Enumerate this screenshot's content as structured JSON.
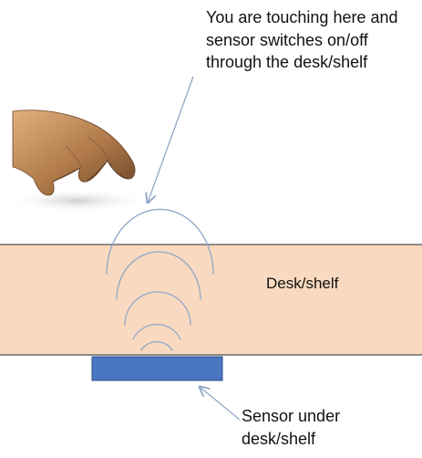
{
  "touch_caption": {
    "lines": [
      "You are touching here and",
      "sensor switches on/off",
      "through the desk/shelf"
    ]
  },
  "desk_label": "Desk/shelf",
  "sensor_caption": {
    "lines": [
      "Sensor under",
      "desk/shelf"
    ]
  },
  "icons": {
    "hand": "hand-icon",
    "signal": "signal-waves-icon"
  },
  "colors": {
    "desk_fill": "#f9d9bf",
    "desk_stroke": "#4a4a4a",
    "sensor_fill": "#4a76c2",
    "sensor_stroke": "#2c4f8a",
    "wave": "#8fa8c8",
    "arrow": "#8fa8c8"
  }
}
